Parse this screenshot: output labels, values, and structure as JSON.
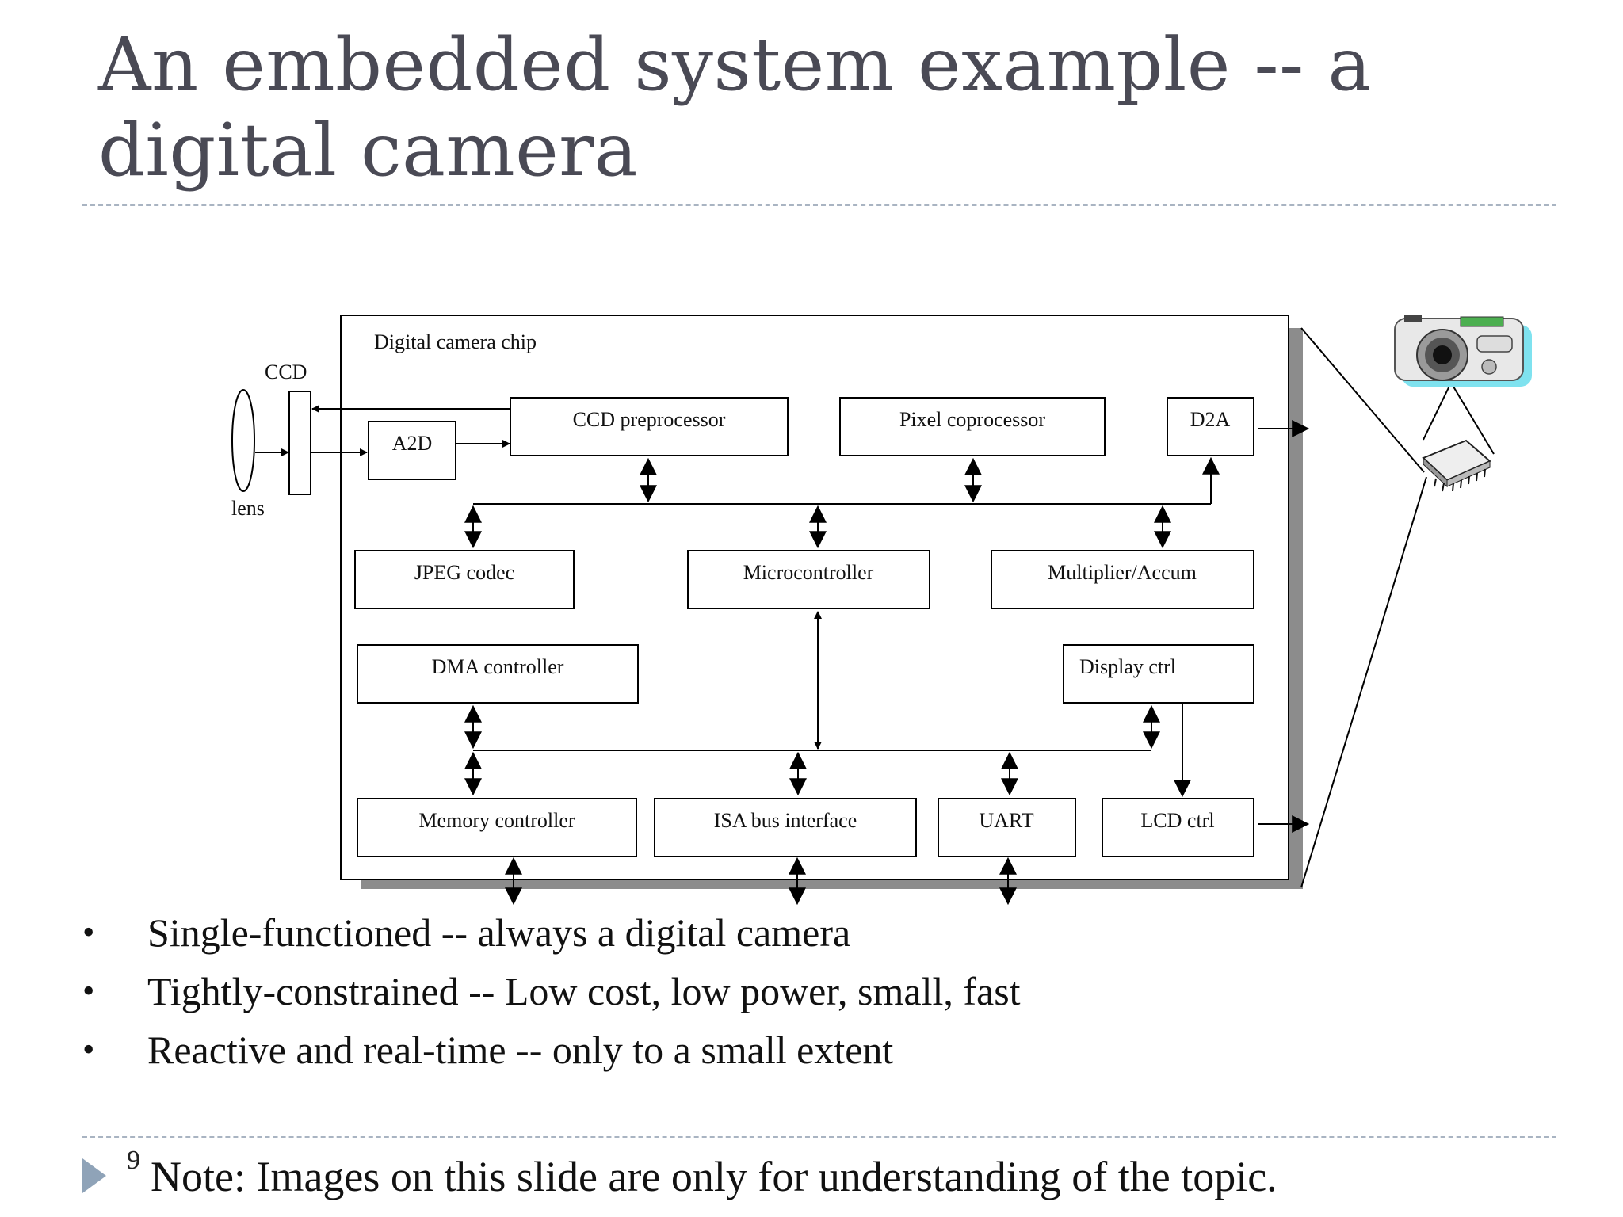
{
  "slide": {
    "title_lines": [
      "An embedded system example -- a",
      "digital camera"
    ],
    "page_number": "9",
    "note": "Note: Images on this slide are only for understanding of the topic."
  },
  "diagram": {
    "chip_label": "Digital camera chip",
    "ccd_label": "CCD",
    "lens_label": "lens",
    "blocks": {
      "a2d": "A2D",
      "ccd_preprocessor": "CCD preprocessor",
      "pixel_coprocessor": "Pixel coprocessor",
      "d2a": "D2A",
      "jpeg_codec": "JPEG codec",
      "microcontroller": "Microcontroller",
      "multiplier_accum": "Multiplier/Accum",
      "dma_controller": "DMA controller",
      "display_ctrl": "Display ctrl",
      "memory_controller": "Memory controller",
      "isa_bus_interface": "ISA bus interface",
      "uart": "UART",
      "lcd_ctrl": "LCD ctrl"
    },
    "icons": [
      "camera-icon",
      "chip-icon"
    ]
  },
  "bullets": [
    "Single-functioned -- always a digital camera",
    "Tightly-constrained -- Low cost, low power, small, fast",
    "Reactive and real-time -- only to a small extent"
  ]
}
